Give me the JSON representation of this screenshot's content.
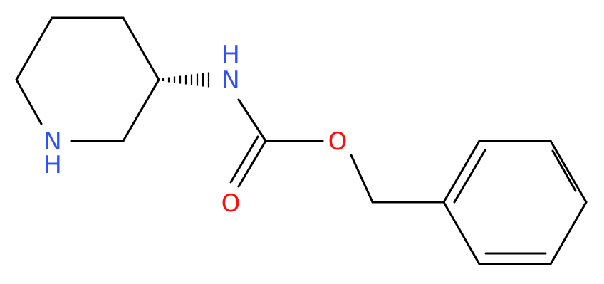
{
  "molecule": {
    "atoms": {
      "ring_nitrogen": {
        "symbol": "N",
        "hydrogen": "H",
        "color": "#3050f8"
      },
      "carbamate_nitrogen": {
        "symbol": "N",
        "hydrogen": "H",
        "color": "#3050f8"
      },
      "carbonyl_oxygen": {
        "symbol": "O",
        "color": "#ff0d0d"
      },
      "ester_oxygen": {
        "symbol": "O",
        "color": "#ff0d0d"
      }
    },
    "bond_color": "#000000"
  }
}
